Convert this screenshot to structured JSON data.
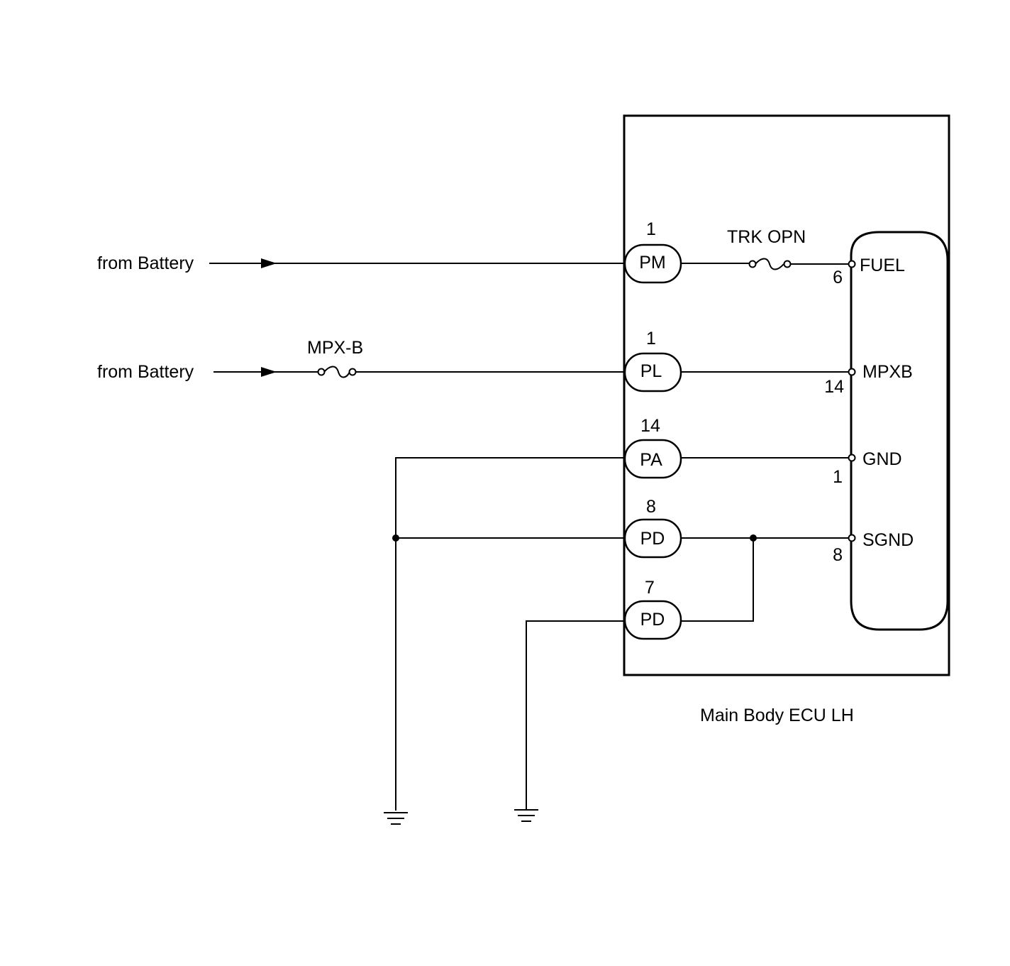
{
  "sources": [
    {
      "label": "from Battery"
    },
    {
      "label": "from Battery"
    }
  ],
  "fuses": {
    "mpx_b": "MPX-B",
    "trk_opn": "TRK OPN"
  },
  "connectors": [
    {
      "name": "PM",
      "pin": "1"
    },
    {
      "name": "PL",
      "pin": "1"
    },
    {
      "name": "PA",
      "pin": "14"
    },
    {
      "name": "PD",
      "pin": "8"
    },
    {
      "name": "PD",
      "pin": "7"
    }
  ],
  "ecu_terminals": [
    {
      "name": "FUEL",
      "pin": "6"
    },
    {
      "name": "MPXB",
      "pin": "14"
    },
    {
      "name": "GND",
      "pin": "1"
    },
    {
      "name": "SGND",
      "pin": "8"
    }
  ],
  "component_label": "Main Body ECU LH"
}
